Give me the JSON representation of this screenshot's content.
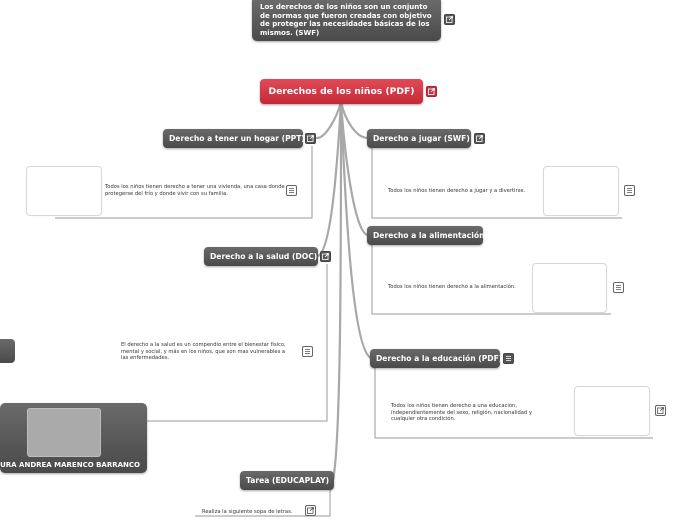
{
  "root": {
    "label": "Derechos de los niños (PDF)"
  },
  "intro": {
    "text": "Los derechos de los niños son un conjunto de normas que fueron creadas con objetivo de proteger las necesidades básicas de los mismos. (SWF)"
  },
  "branches": {
    "hogar": {
      "label": "Derecho a tener un hogar (PPT)",
      "note": "Todos los niños tienen derecho a tener una vivienda, una casa donde protegerse del frío y donde vivir con su familia."
    },
    "jugar": {
      "label": "Derecho a jugar (SWF)",
      "note": "Todos los niños tienen derecho a jugar y a divertirse."
    },
    "alimentacion": {
      "label": "Derecho a la alimentación",
      "note": "Todos los niños tienen derecho a la alimentación."
    },
    "salud": {
      "label": "Derecho a la salud (DOC)",
      "note": "El derecho a la salud es un compendio entre el bienestar físico, mental y social, y más en los niños, que son mas vulnerables a las enfermedades."
    },
    "educacion": {
      "label": "Derecho a la educación (PDF)",
      "note": "Todos los niños tienen derecho a una educación, independientemente del sexo, religión, nacionalidad y cualquier otra condición."
    },
    "tarea": {
      "label": "Tarea (EDUCAPLAY)",
      "note": "Realiza la siguiente sopa de letras."
    }
  },
  "author": {
    "name": "URA ANDREA MARENCO BARRANCO"
  },
  "icons": {
    "link": "external-link-icon",
    "note": "note-icon"
  },
  "colors": {
    "root": "#c8303d",
    "node": "#555555",
    "line": "#aaaaaa"
  }
}
